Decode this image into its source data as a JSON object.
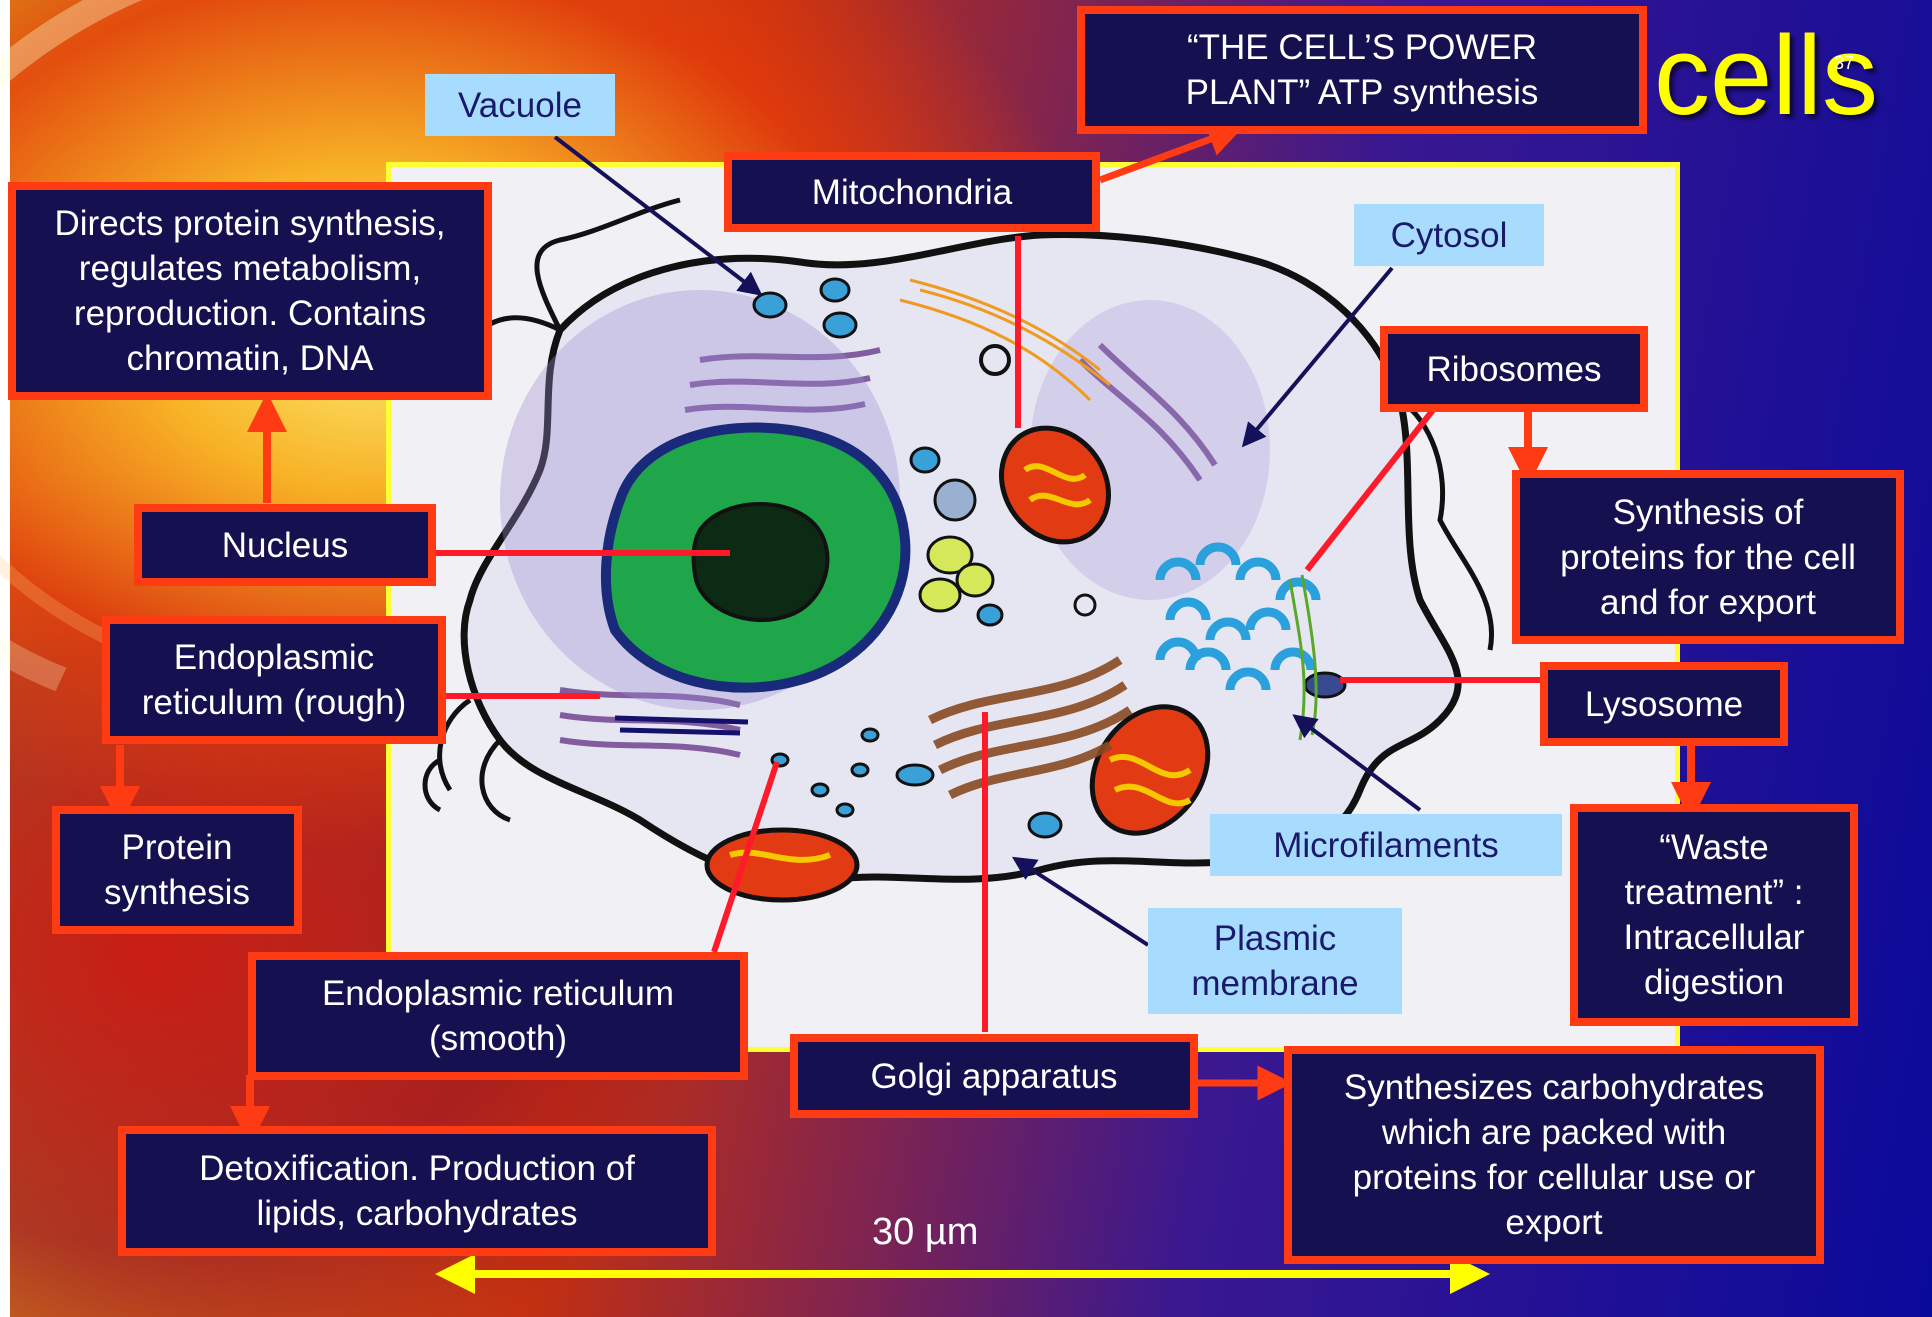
{
  "title": {
    "visible_text": "cells"
  },
  "slide_number": "37",
  "scale_bar": {
    "label": "30 µm"
  },
  "labels": {
    "vacuole": "Vacuole",
    "cytosol": "Cytosol",
    "microfilaments": "Microfilaments",
    "plasmic_membrane": [
      "Plasmic",
      "membrane"
    ]
  },
  "boxes": {
    "power_plant": [
      "“THE CELL’S POWER",
      "PLANT”  ATP synthesis"
    ],
    "mitochondria": "Mitochondria",
    "nucleus_function": [
      "Directs protein synthesis,",
      "regulates metabolism,",
      "reproduction. Contains",
      "chromatin, DNA"
    ],
    "nucleus": "Nucleus",
    "er_rough": [
      "Endoplasmic",
      "reticulum (rough)"
    ],
    "protein_synthesis": [
      "Protein",
      "synthesis"
    ],
    "er_smooth": [
      "Endoplasmic reticulum",
      "(smooth)"
    ],
    "detox": [
      "Detoxification. Production of",
      "lipids, carbohydrates"
    ],
    "golgi": "Golgi apparatus",
    "golgi_function": [
      "Synthesizes carbohydrates",
      "which are packed with",
      "proteins for cellular use or",
      "export"
    ],
    "ribosomes": "Ribosomes",
    "ribosome_function": [
      "Synthesis of",
      "proteins for the cell",
      "and for export"
    ],
    "lysosome": "Lysosome",
    "lysosome_function": [
      "“Waste",
      "treatment” :",
      "Intracellular",
      "digestion"
    ]
  },
  "colors": {
    "box_fill": "#15104f",
    "box_border": "#ff3b14",
    "label_fill": "#a8dcff",
    "title": "#ffff00",
    "panel_border": "#ffff33",
    "connector_red": "#ff1a2a",
    "connector_navy": "#15105a",
    "scale_arrow": "#ffff00"
  }
}
